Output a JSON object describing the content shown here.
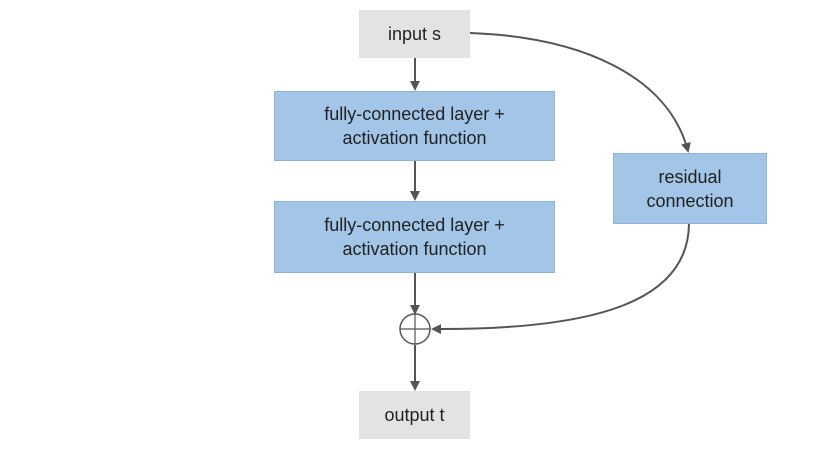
{
  "nodes": {
    "input": {
      "label": "input s"
    },
    "fc1": {
      "label": "fully-connected layer +\nactivation function"
    },
    "fc2": {
      "label": "fully-connected layer +\nactivation function"
    },
    "residual": {
      "label": "residual\nconnection"
    },
    "sum": {
      "icon": "plus-circle-icon"
    },
    "output": {
      "label": "output t"
    }
  },
  "colors": {
    "gray_box": "#e3e3e3",
    "blue_box": "#a3c5e8",
    "arrow": "#555555"
  }
}
